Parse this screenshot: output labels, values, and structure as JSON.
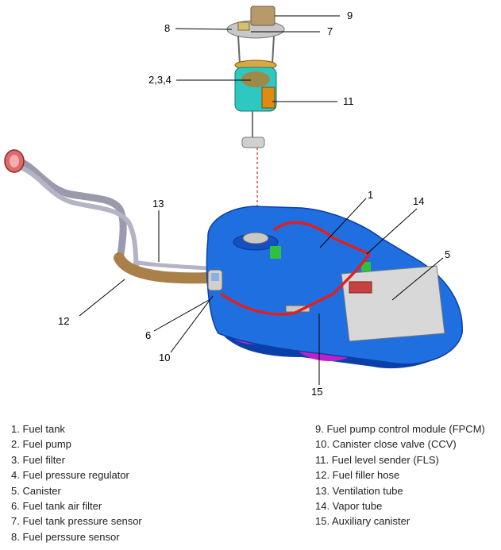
{
  "callouts": {
    "c1": "1",
    "c234": "2,3,4",
    "c5": "5",
    "c6": "6",
    "c7": "7",
    "c8": "8",
    "c9": "9",
    "c10": "10",
    "c11": "11",
    "c12": "12",
    "c13": "13",
    "c14": "14",
    "c15": "15"
  },
  "legend_left": [
    "1. Fuel tank",
    "2. Fuel pump",
    "3. Fuel filter",
    "4. Fuel pressure regulator",
    "5. Canister",
    "6. Fuel tank air filter",
    "7. Fuel tank pressure sensor",
    "8. Fuel perssure sensor"
  ],
  "legend_right": [
    "9. Fuel pump control module (FPCM)",
    "10. Canister close valve (CCV)",
    "11. Fuel level sender (FLS)",
    "12. Fuel filler hose",
    "13. Ventilation tube",
    "14. Vapor tube",
    "15. Auxiliary canister"
  ],
  "colors": {
    "tank": "#1f6fe0",
    "tank_dark": "#0b3fa8",
    "tank_bottom": "#c020c8",
    "canister": "#d8d8d8",
    "vapor_tube": "#e02020",
    "pump_body": "#2fc8c0",
    "filler_pipe": "#a8a8b8",
    "filler_hose": "#b08850",
    "filler_cap": "#e06060"
  }
}
